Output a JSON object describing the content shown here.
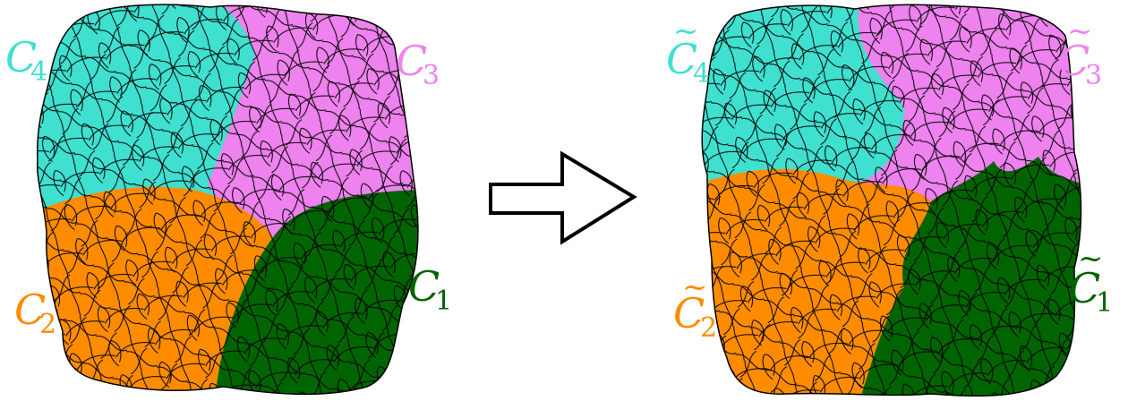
{
  "before": {
    "labels": {
      "c1": {
        "base": "C",
        "sub": "1"
      },
      "c2": {
        "base": "C",
        "sub": "2"
      },
      "c3": {
        "base": "C",
        "sub": "3"
      },
      "c4": {
        "base": "C",
        "sub": "4"
      }
    }
  },
  "after": {
    "labels": {
      "c1": {
        "base": "C",
        "sub": "1",
        "tilde": "~"
      },
      "c2": {
        "base": "C",
        "sub": "2",
        "tilde": "~"
      },
      "c3": {
        "base": "C",
        "sub": "3",
        "tilde": "~"
      },
      "c4": {
        "base": "C",
        "sub": "4",
        "tilde": "~"
      }
    }
  },
  "colors": {
    "c1": "#006400",
    "c2": "#FF8C00",
    "c3": "#EE82EE",
    "c4": "#40E0D0",
    "outline": "#000000"
  },
  "arrow": {
    "icon": "right-arrow-icon"
  }
}
